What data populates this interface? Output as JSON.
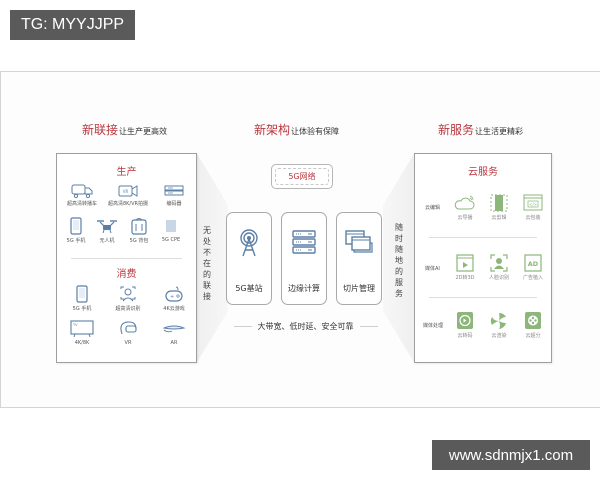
{
  "watermarks": {
    "top": "TG: MYYJJPP",
    "bottom": "www.sdnmjx1.com"
  },
  "colors": {
    "accent_red": "#b9373e",
    "icon_blue": "#5b7fa6",
    "icon_green": "#8db67a",
    "watermark_bg": "#5a5a5a"
  },
  "left": {
    "title_highlight": "新联接",
    "title_rest": "让生产更高效",
    "vertical_text": "无处不在的联接",
    "production": {
      "heading": "生产",
      "items": [
        {
          "icon": "truck-camera-icon",
          "label": "超高清转播车"
        },
        {
          "icon": "vr-camera-icon",
          "label": "超高清8K/VR拍摄"
        },
        {
          "icon": "encoder-icon",
          "label": "编码器"
        },
        {
          "icon": "smartphone-icon",
          "label": "5G 手机"
        },
        {
          "icon": "drone-icon",
          "label": "无人机"
        },
        {
          "icon": "backpack-icon",
          "label": "5G 背包"
        },
        {
          "icon": "cpe-icon",
          "label": "5G CPE"
        }
      ]
    },
    "consumption": {
      "heading": "消费",
      "items": [
        {
          "icon": "smartphone-icon",
          "label": "5G 手机"
        },
        {
          "icon": "face-recognition-icon",
          "label": "超高清识别"
        },
        {
          "icon": "gamepad-icon",
          "label": "4K云游戏"
        },
        {
          "icon": "tv-icon",
          "label": "4K/8K",
          "screen_text": "TV"
        },
        {
          "icon": "vr-headset-icon",
          "label": "VR"
        },
        {
          "icon": "ar-glasses-icon",
          "label": "AR"
        }
      ]
    }
  },
  "center": {
    "title_highlight": "新架构",
    "title_rest": "让体验有保障",
    "network_label": "5G网络",
    "cards": [
      {
        "icon": "antenna-tower-icon",
        "label": "5G基站"
      },
      {
        "icon": "server-rack-icon",
        "label": "边缘计算"
      },
      {
        "icon": "windows-slice-icon",
        "label": "切片管理"
      }
    ],
    "tagline": "大带宽、低时延、安全可靠"
  },
  "right": {
    "title_highlight": "新服务",
    "title_rest": "让生活更精彩",
    "vertical_text": "随时随地的服务",
    "heading": "云服务",
    "rows": [
      {
        "label": "云编辑",
        "items": [
          {
            "icon": "cloud-signal-icon",
            "label": "云导播"
          },
          {
            "icon": "film-edit-icon",
            "label": "云剪辑"
          },
          {
            "icon": "code-window-icon",
            "label": "云包装",
            "icon_text": "</>"
          }
        ]
      },
      {
        "label": "媒体AI",
        "items": [
          {
            "icon": "video-play-icon",
            "label": "2D转3D"
          },
          {
            "icon": "face-scan-icon",
            "label": "人脸识别"
          },
          {
            "icon": "ad-icon",
            "label": "广告植入",
            "icon_text": "AD"
          }
        ]
      },
      {
        "label": "媒体处理",
        "items": [
          {
            "icon": "transcode-icon",
            "label": "云转码"
          },
          {
            "icon": "render-icon",
            "label": "云渲染"
          },
          {
            "icon": "film-reel-icon",
            "label": "云超分"
          }
        ]
      }
    ]
  }
}
